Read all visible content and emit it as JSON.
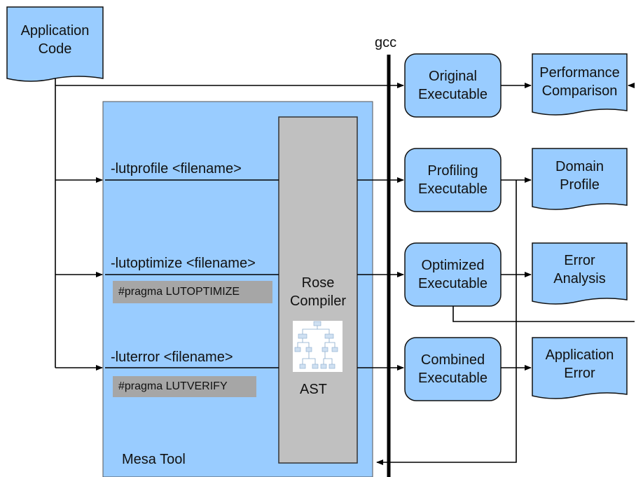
{
  "gcc_label": "gcc",
  "tool": {
    "name": "Mesa Tool",
    "compiler": "Rose\nCompiler",
    "ast_label": "AST"
  },
  "flags": {
    "profile": "-lutprofile <filename>",
    "optimize": "-lutoptimize <filename>",
    "error": "-luterror <filename>"
  },
  "pragmas": {
    "optimize": "#pragma LUTOPTIMIZE",
    "verify": "#pragma LUTVERIFY"
  },
  "documents": {
    "application_code": "Application\nCode",
    "performance": "Performance\nComparison",
    "domain_profile": "Domain\nProfile",
    "error_analysis": "Error\nAnalysis",
    "application_error": "Application\nError"
  },
  "executables": {
    "original": "Original\nExecutable",
    "profiling": "Profiling\nExecutable",
    "optimized": "Optimized\nExecutable",
    "combined": "Combined\nExecutable"
  },
  "colors": {
    "node_fill": "#99ccff",
    "mesa_fill": "#99ccff",
    "compiler_fill": "#c0c0c0",
    "pragma_fill": "#a6a6a6",
    "line": "#000000"
  }
}
